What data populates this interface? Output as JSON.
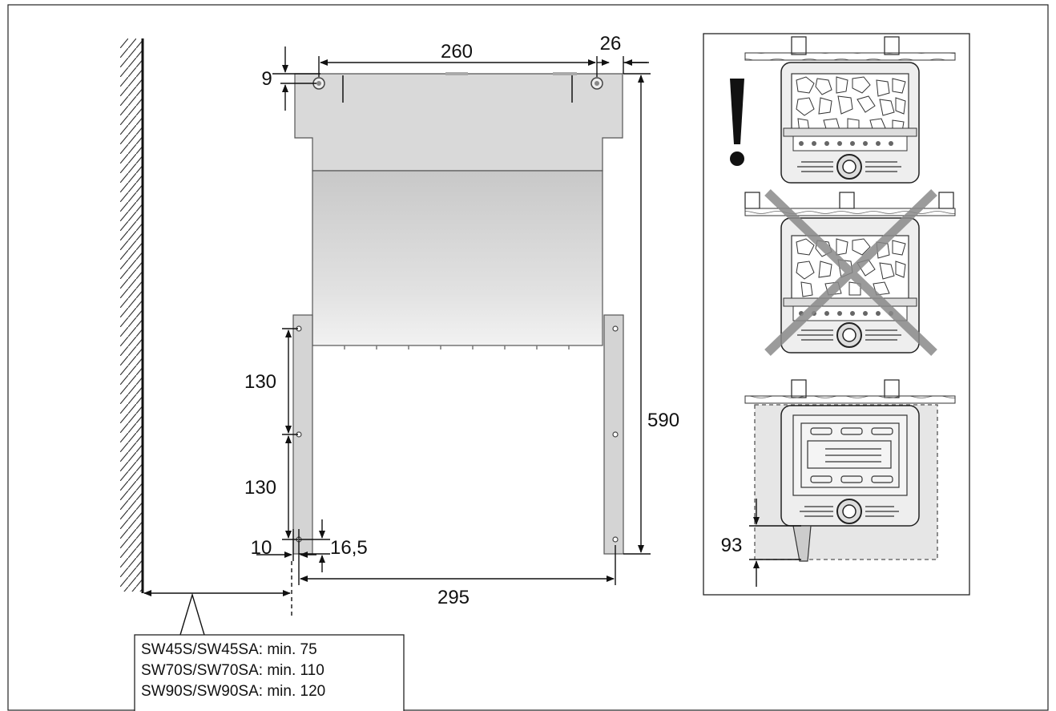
{
  "dimensions": {
    "top_hole_offset": "9",
    "hole_spacing": "260",
    "right_edge_offset": "26",
    "height_total": "590",
    "leg_hole_spacing_upper": "130",
    "leg_hole_spacing_lower": "130",
    "leg_edge_offset": "10",
    "bottom_hole_offset": "16,5",
    "leg_spacing": "295",
    "bottom_clearance": "93"
  },
  "clearance_table": [
    "SW45S/SW45SA: min. 75",
    "SW70S/SW70SA: min. 110",
    "SW90S/SW90SA: min. 120"
  ],
  "colors": {
    "line": "#1a1a1a",
    "plate": "#d6d6d6",
    "cross": "#8a8a8a",
    "shade": "#e6e6e6"
  },
  "icons": [
    "warning-exclamation-icon",
    "prohibited-cross-icon"
  ]
}
